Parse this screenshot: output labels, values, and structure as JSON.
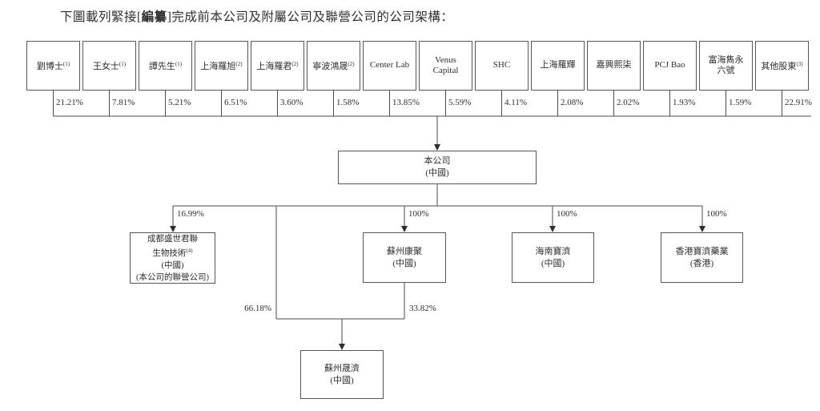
{
  "title": {
    "prefix": "下圖載列緊接[",
    "redacted": "編纂",
    "suffix": "]完成前本公司及附屬公司及聯營公司的公司架構："
  },
  "shareholders": [
    {
      "name": "劉博士",
      "note": "(1)",
      "pct": "21.21%"
    },
    {
      "name": "王女士",
      "note": "(1)",
      "pct": "7.81%"
    },
    {
      "name": "譚先生",
      "note": "(1)",
      "pct": "5.21%"
    },
    {
      "name": "上海羅旭",
      "note": "(2)",
      "pct": "6.51%"
    },
    {
      "name": "上海羅君",
      "note": "(2)",
      "pct": "3.60%"
    },
    {
      "name": "寧波鴻晟",
      "note": "(2)",
      "pct": "1.58%"
    },
    {
      "name": "Center Lab",
      "note": "",
      "pct": "13.85%"
    },
    {
      "name": "Venus\nCapital",
      "note": "",
      "pct": "5.59%"
    },
    {
      "name": "SHC",
      "note": "",
      "pct": "4.11%"
    },
    {
      "name": "上海羅輝",
      "note": "",
      "pct": "2.08%"
    },
    {
      "name": "嘉興熙柒",
      "note": "",
      "pct": "2.02%"
    },
    {
      "name": "PCJ Bao",
      "note": "",
      "pct": "1.93%"
    },
    {
      "name": "富海雋永\n六號",
      "note": "",
      "pct": "1.59%"
    },
    {
      "name": "其他股東",
      "note": "(3)",
      "pct": "22.91%"
    }
  ],
  "company": {
    "line1": "本公司",
    "line2": "(中國)"
  },
  "subsidiaries": {
    "chengdu": {
      "line1": "成都盛世君聯",
      "line2": "生物技術",
      "note": "(4)",
      "line3": "(中國)",
      "line4": "(本公司的聯營公司)",
      "pct": "16.99%"
    },
    "suzhou_kangju": {
      "line1": "蘇州康聚",
      "line2": "(中國)",
      "pct": "100%"
    },
    "hainan": {
      "line1": "海南寶濟",
      "line2": "(中國)",
      "pct": "100%"
    },
    "hongkong": {
      "line1": "香港寶濟藥業",
      "line2": "(香港)",
      "pct": "100%"
    },
    "suzhou_shengji": {
      "line1": "蘇州晟濟",
      "line2": "(中國)",
      "pct_left": "66.18%",
      "pct_right": "33.82%"
    }
  }
}
